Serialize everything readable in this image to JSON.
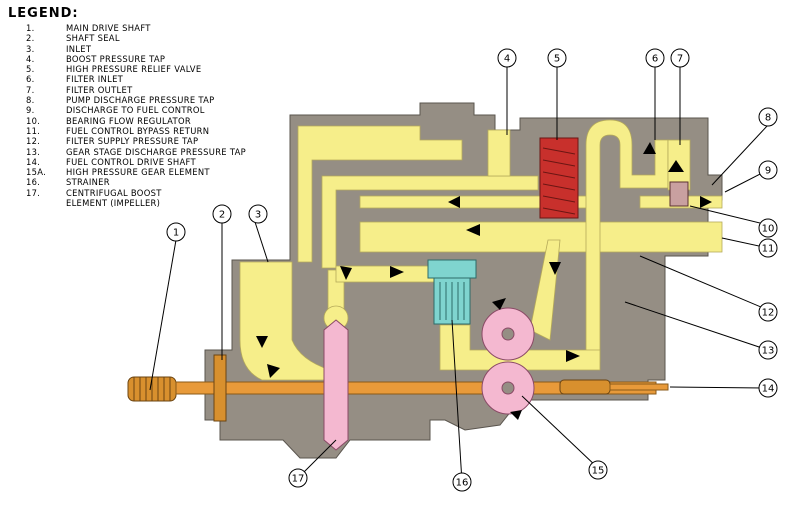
{
  "legend": {
    "title": "LEGEND:",
    "items": [
      {
        "num": "1.",
        "text": "MAIN DRIVE SHAFT"
      },
      {
        "num": "2.",
        "text": "SHAFT SEAL"
      },
      {
        "num": "3.",
        "text": "INLET"
      },
      {
        "num": "4.",
        "text": "BOOST PRESSURE TAP"
      },
      {
        "num": "5.",
        "text": "HIGH PRESSURE RELIEF VALVE"
      },
      {
        "num": "6.",
        "text": "FILTER INLET"
      },
      {
        "num": "7.",
        "text": "FILTER OUTLET"
      },
      {
        "num": "8.",
        "text": "PUMP DISCHARGE PRESSURE TAP"
      },
      {
        "num": "9.",
        "text": "DISCHARGE TO FUEL CONTROL"
      },
      {
        "num": "10.",
        "text": "BEARING FLOW REGULATOR"
      },
      {
        "num": "11.",
        "text": "FUEL CONTROL BYPASS RETURN"
      },
      {
        "num": "12.",
        "text": "FILTER SUPPLY PRESSURE TAP"
      },
      {
        "num": "13.",
        "text": "GEAR STAGE DISCHARGE PRESSURE TAP"
      },
      {
        "num": "14.",
        "text": "FUEL CONTROL DRIVE SHAFT"
      },
      {
        "num": "15a.",
        "text": "HIGH PRESSURE GEAR ELEMENT"
      },
      {
        "num": "16.",
        "text": "STRAINER"
      },
      {
        "num": "17.",
        "text": "CENTRIFUGAL BOOST\nELEMENT (IMPELLER)"
      }
    ]
  },
  "callouts": [
    "1",
    "2",
    "3",
    "4",
    "5",
    "6",
    "7",
    "8",
    "9",
    "10",
    "11",
    "12",
    "13",
    "14",
    "15",
    "16",
    "17"
  ],
  "colors": {
    "housing": "#958e84",
    "fuel": "#f6ee8a",
    "shaft": "#e89a3a",
    "impeller": "#f4b8d0",
    "relief_valve": "#c8302c",
    "strainer": "#7fd4cf",
    "arrow": "#000000"
  }
}
